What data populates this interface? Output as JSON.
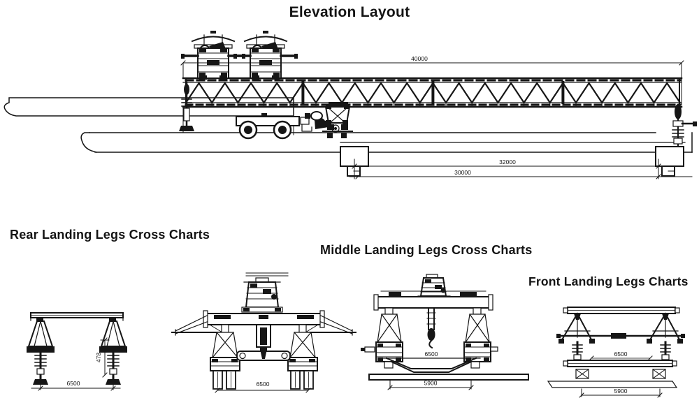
{
  "page": {
    "background_color": "#ffffff",
    "line_color": "#161616"
  },
  "elevation": {
    "title": "Elevation Layout",
    "dimensions": {
      "overall_length": "40000",
      "main_span": "32000",
      "rear_span": "30000"
    }
  },
  "cross_sections": {
    "rear": {
      "title": "Rear Landing Legs Cross Charts",
      "dimensions": {
        "leg_spacing": "6500",
        "jack_height": "478"
      }
    },
    "middle_outer": {
      "dimensions": {
        "leg_spacing": "6500"
      }
    },
    "middle": {
      "title": "Middle Landing Legs Cross Charts",
      "dimensions": {
        "leg_spacing": "6500",
        "rail_span": "5900"
      }
    },
    "front": {
      "title": "Front Landing Legs Charts",
      "dimensions": {
        "leg_spacing": "6500",
        "rail_span": "5900"
      }
    }
  }
}
